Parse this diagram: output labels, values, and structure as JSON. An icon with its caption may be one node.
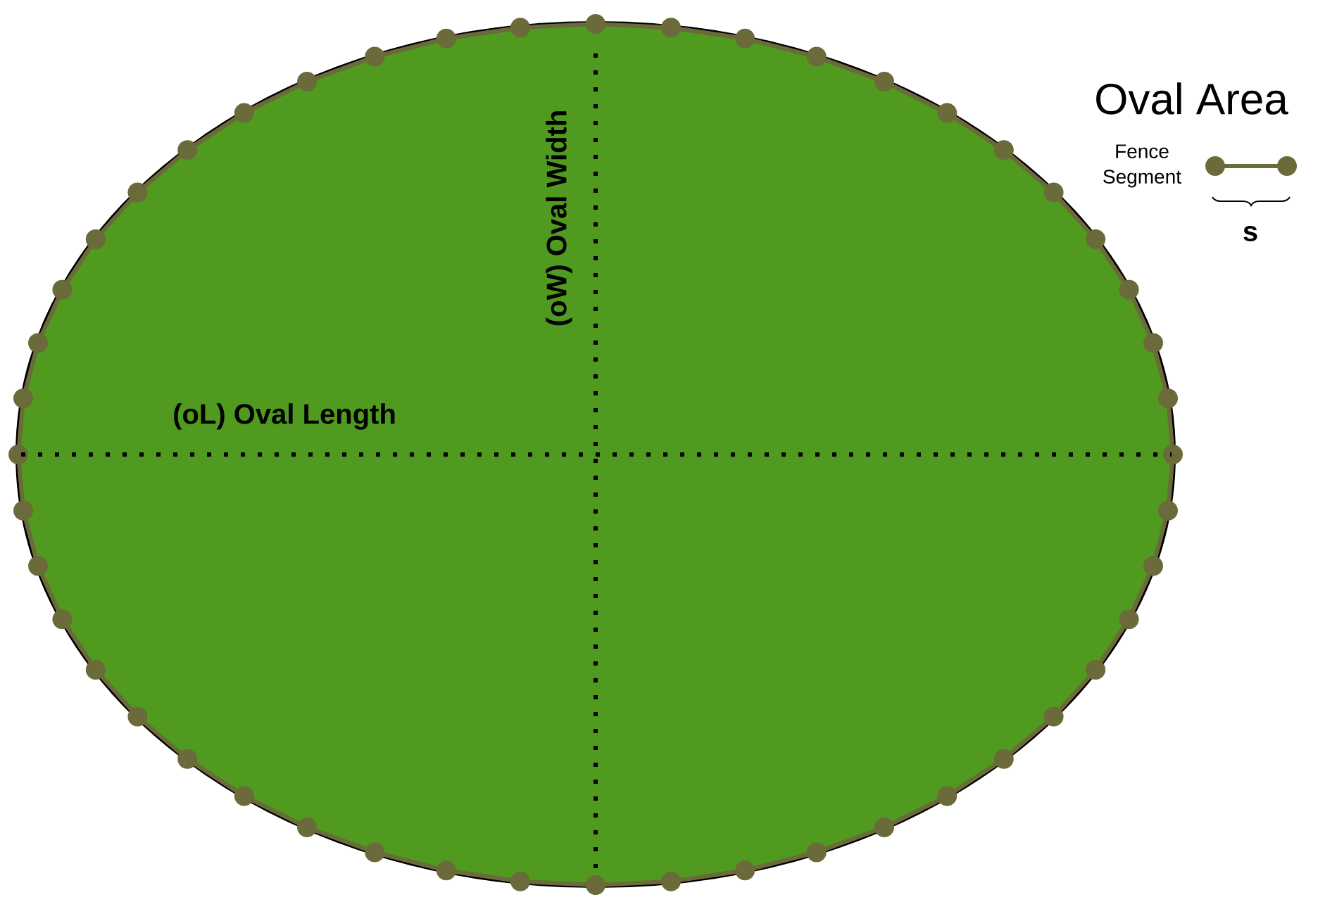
{
  "diagram": {
    "title": "Oval Area",
    "labels": [
      "(oW) Oval Width",
      "(oL) Oval Length",
      "s"
    ],
    "legend": [
      {
        "text": "Fence Segment"
      }
    ]
  }
}
